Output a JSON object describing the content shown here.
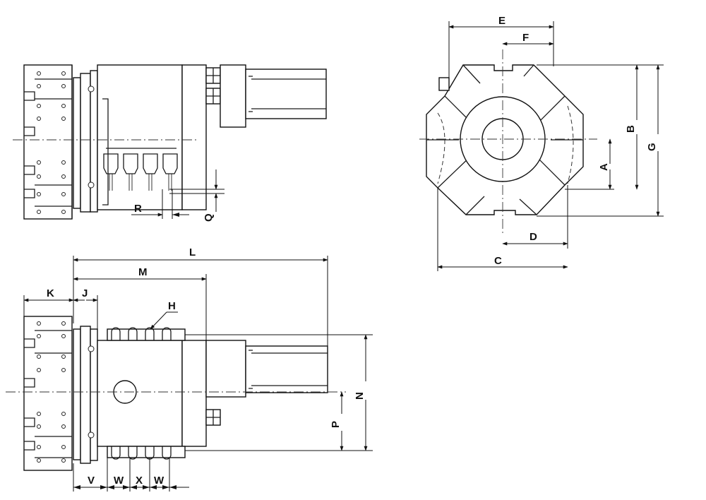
{
  "labels": {
    "A": "A",
    "B": "B",
    "C": "C",
    "D": "D",
    "E": "E",
    "F": "F",
    "G": "G",
    "H": "H",
    "J": "J",
    "K": "K",
    "L": "L",
    "M": "M",
    "N": "N",
    "P": "P",
    "Q": "Q",
    "R": "R",
    "V": "V",
    "W1": "W",
    "X": "X",
    "W2": "W"
  }
}
